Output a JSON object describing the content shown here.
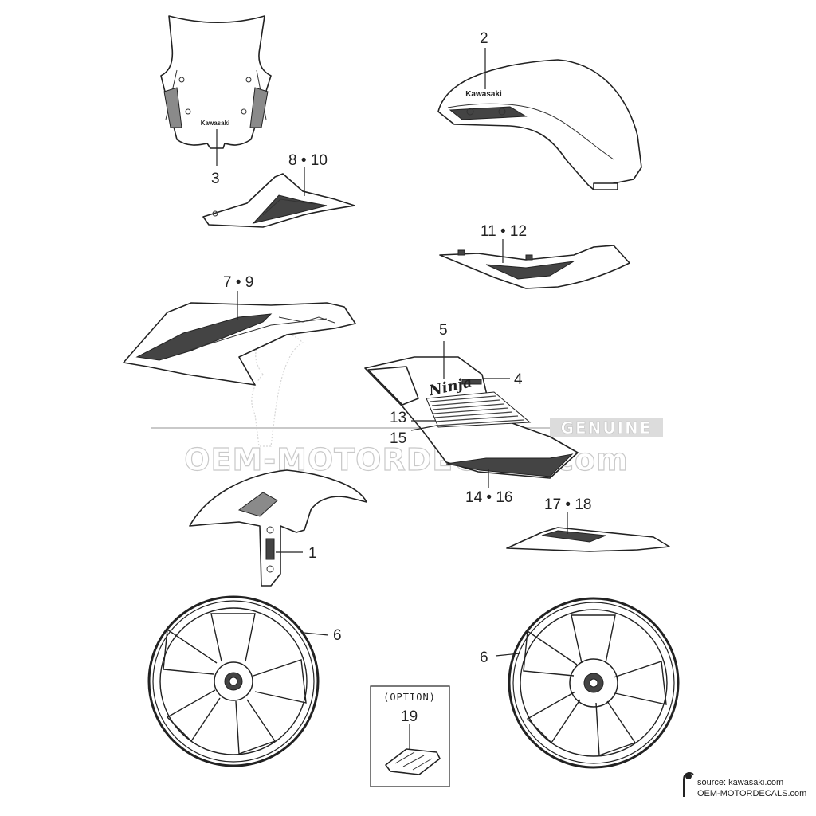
{
  "labels": {
    "p1": "1",
    "p2": "2",
    "p3": "3",
    "p4": "4",
    "p5": "5",
    "p6a": "6",
    "p6b": "6",
    "p7_9": "7 • 9",
    "p8_10": "8 • 10",
    "p11_12": "11 • 12",
    "p13": "13",
    "p15": "15",
    "p14_16": "14 • 16",
    "p17_18": "17 • 18",
    "p19": "19"
  },
  "option_box": {
    "title": "(OPTION)"
  },
  "windshield_text": "Kawasaki",
  "tank_text": "Kawasaki",
  "side_text": "Ninja",
  "watermark": {
    "genuine": "GENUINE",
    "site": "OEM-MOTORDECALS.com"
  },
  "source": {
    "line1": "source: kawasaki.com",
    "line2": "OEM-MOTORDECALS.com"
  },
  "colors": {
    "ink": "#222222",
    "watermark": "#c9c9c9",
    "background": "#ffffff"
  }
}
